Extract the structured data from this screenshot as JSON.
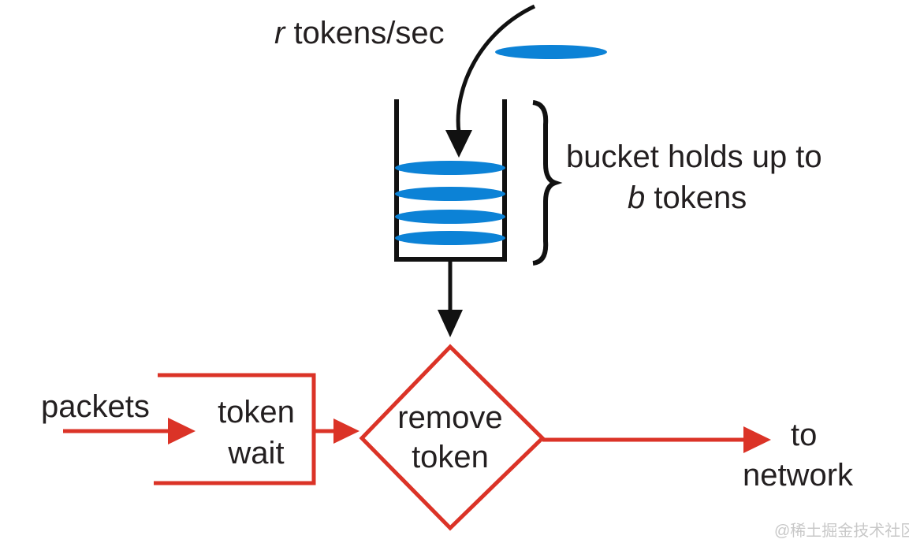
{
  "rate_label": {
    "var": "r",
    "text": " tokens/sec"
  },
  "bucket_label": {
    "line1": "bucket holds up to",
    "line2_var": "b",
    "line2_text": " tokens"
  },
  "packets_label": "packets",
  "token_wait": {
    "line1": "token",
    "line2": "wait"
  },
  "remove_token": {
    "line1": "remove",
    "line2": "token"
  },
  "to_network": {
    "line1": "to",
    "line2": "network"
  },
  "watermark": "@稀土掘金技术社区",
  "colors": {
    "token_blue": "#0c82d6",
    "flow_red": "#db3327",
    "ink": "#111111"
  }
}
